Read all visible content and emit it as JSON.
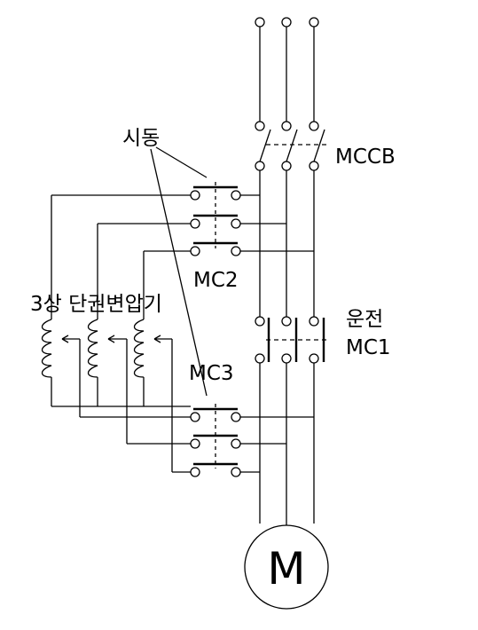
{
  "labels": {
    "start": "시동",
    "mccb": "MCCB",
    "mc2": "MC2",
    "transformer": "3상 단권변압기",
    "run": "운전",
    "mc1": "MC1",
    "mc3": "MC3",
    "motor": "M"
  }
}
